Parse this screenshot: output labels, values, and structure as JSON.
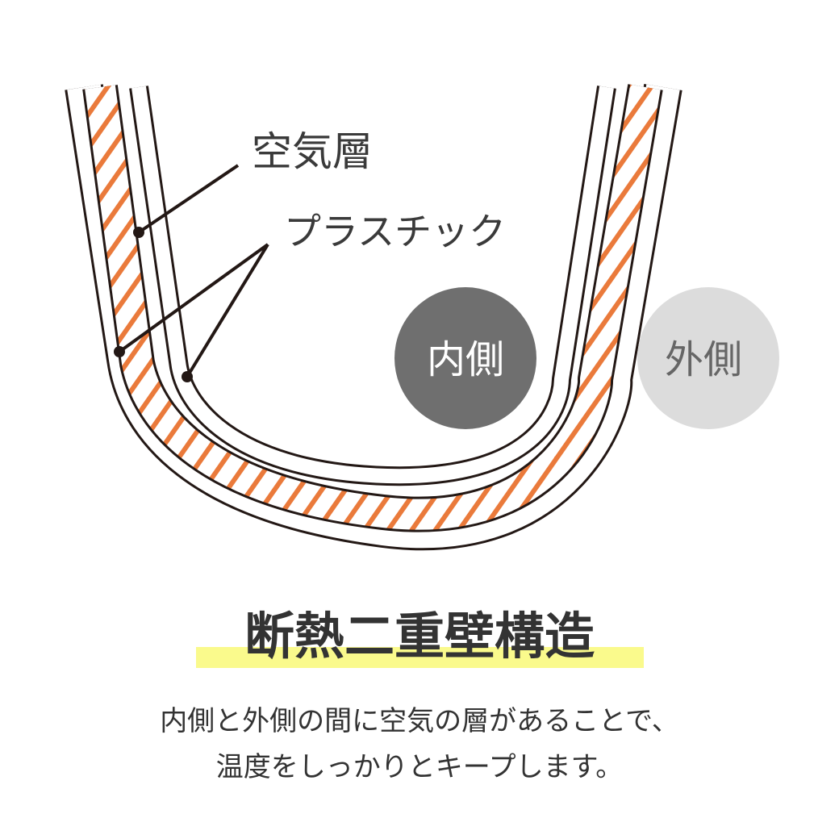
{
  "diagram": {
    "labels": {
      "air_layer": "空気層",
      "plastic": "プラスチック"
    },
    "inner_badge": "内側",
    "outer_badge": "外側"
  },
  "title": "断熱二重壁構造",
  "description": {
    "line1": "内側と外側の間に空気の層があることで、",
    "line2": "温度をしっかりとキープします。"
  },
  "colors": {
    "outline": "#231815",
    "hatch": "#ea7a3b",
    "inner_badge_fill": "#6f6f6f",
    "outer_badge_fill": "#dcdcdc",
    "outer_badge_text": "#666666",
    "inner_badge_text": "#ffffff",
    "title_highlight": "#fafa8c",
    "text": "#333333"
  }
}
